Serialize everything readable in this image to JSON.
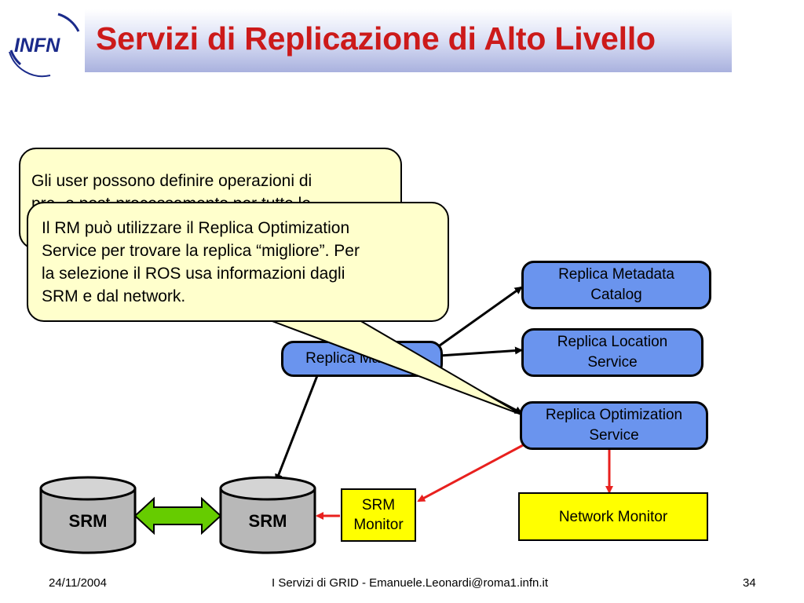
{
  "logo": {
    "text": "INFN",
    "icon": "infn-logo"
  },
  "title": "Servizi di Replicazione di Alto Livello",
  "callout_back": {
    "lines": [
      "Gli user possono definire operazioni di",
      "pre- e post-processamento per tutte le"
    ]
  },
  "callout_front": {
    "lines": [
      "Il RM può utilizzare il Replica Optimization",
      "Service per trovare la replica “migliore”. Per",
      "la selezione il ROS usa informazioni dagli",
      "SRM e dal network."
    ]
  },
  "nodes": {
    "replica_manager": "Replica Manager",
    "metadata": [
      "Replica Metadata",
      "Catalog"
    ],
    "location": [
      "Replica Location",
      "Service"
    ],
    "optimization": [
      "Replica Optimization",
      "Service"
    ]
  },
  "boxes": {
    "srm_monitor": [
      "SRM",
      "Monitor"
    ],
    "network_monitor": "Network Monitor"
  },
  "storage": {
    "left": "SRM",
    "right": "SRM"
  },
  "colors": {
    "title": "#cc1a1a",
    "node_fill": "#6a94ee",
    "monitor_fill": "#ffff00",
    "callout_fill": "#ffffcc",
    "red_arrow": "#e8201e",
    "double_arrow": "#66cc00"
  },
  "footer": {
    "date": "24/11/2004",
    "center": "I Servizi di GRID - Emanuele.Leonardi@roma1.infn.it",
    "page": "34"
  }
}
